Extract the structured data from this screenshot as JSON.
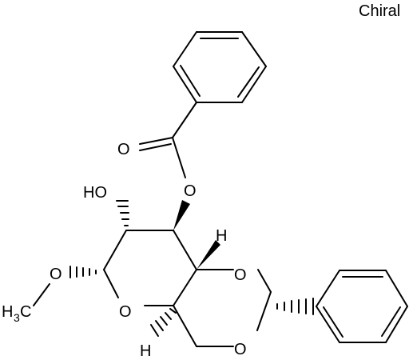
{
  "chiral_label": "Chiral",
  "atoms": {
    "o_carbonyl": "O",
    "o_ester": "O",
    "ho": "HO",
    "o_methoxy": "O",
    "h3c_main": "H",
    "h3c_sub": "3",
    "h3c_c": "C",
    "o_ring": "O",
    "o_acetal_upper": "O",
    "o_acetal_lower": "O",
    "h_upper": "H",
    "h_lower": "H"
  }
}
